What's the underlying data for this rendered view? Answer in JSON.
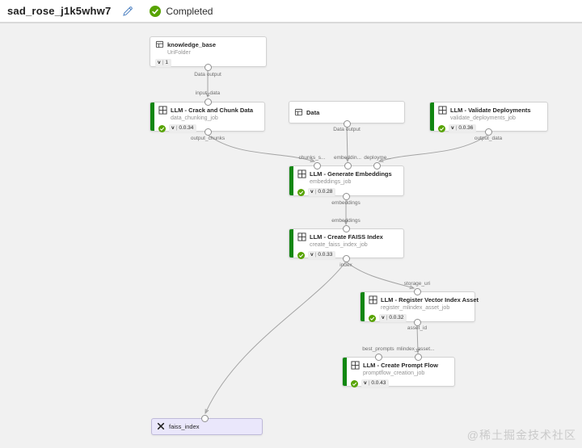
{
  "header": {
    "title": "sad_rose_j1k5whw7",
    "status_label": "Completed"
  },
  "version_prefix": "v",
  "badge_sep": "|",
  "watermark": "@稀土掘金技术社区",
  "colors": {
    "accent_green_bar": "#128712",
    "success_check": "#57a300",
    "edge": "#a3a3a3",
    "dataset_node_bg": "#eae7fb"
  },
  "nodes": [
    {
      "title": "knowledge_base",
      "subtitle": "UriFolder",
      "version": "1",
      "icon": "data-icon"
    },
    {
      "title": "LLM - Crack and Chunk Data",
      "subtitle": "data_chunking_job",
      "version": "0.0.34",
      "status": "completed",
      "icon": "component-icon"
    },
    {
      "title": "Data",
      "icon": "data-icon"
    },
    {
      "title": "LLM - Validate Deployments",
      "subtitle": "validate_deployments_job",
      "version": "0.0.36",
      "status": "completed",
      "icon": "component-icon"
    },
    {
      "title": "LLM - Generate Embeddings",
      "subtitle": "embeddings_job",
      "version": "0.0.28",
      "status": "completed",
      "icon": "component-icon"
    },
    {
      "title": "LLM - Create FAISS Index",
      "subtitle": "create_faiss_index_job",
      "version": "0.0.33",
      "status": "completed",
      "icon": "component-icon"
    },
    {
      "title": "LLM - Register Vector Index Asset",
      "subtitle": "register_mlindex_asset_job",
      "version": "0.0.32",
      "status": "completed",
      "icon": "component-icon"
    },
    {
      "title": "LLM - Create Prompt Flow",
      "subtitle": "promptflow_creation_job",
      "version": "0.0.43",
      "status": "completed",
      "icon": "component-icon"
    },
    {
      "title": "faiss_index",
      "icon": "x-icon"
    }
  ],
  "port_labels": {
    "kb_out": "Data output",
    "chunk_in": "input_data",
    "chunk_out": "output_chunks",
    "data_out": "Data output",
    "validate_out": "output_data",
    "emb_in_chunks": "chunks_s...",
    "emb_in_embed": "embeddin...",
    "emb_in_deploy": "deployme...",
    "emb_out": "embeddings",
    "faiss_in": "embeddings",
    "faiss_out": "index",
    "reg_in": "storage_uri",
    "reg_out": "asset_id",
    "pf_in_best": "best_prompts",
    "pf_in_mlindex": "mlindex_asset..."
  }
}
